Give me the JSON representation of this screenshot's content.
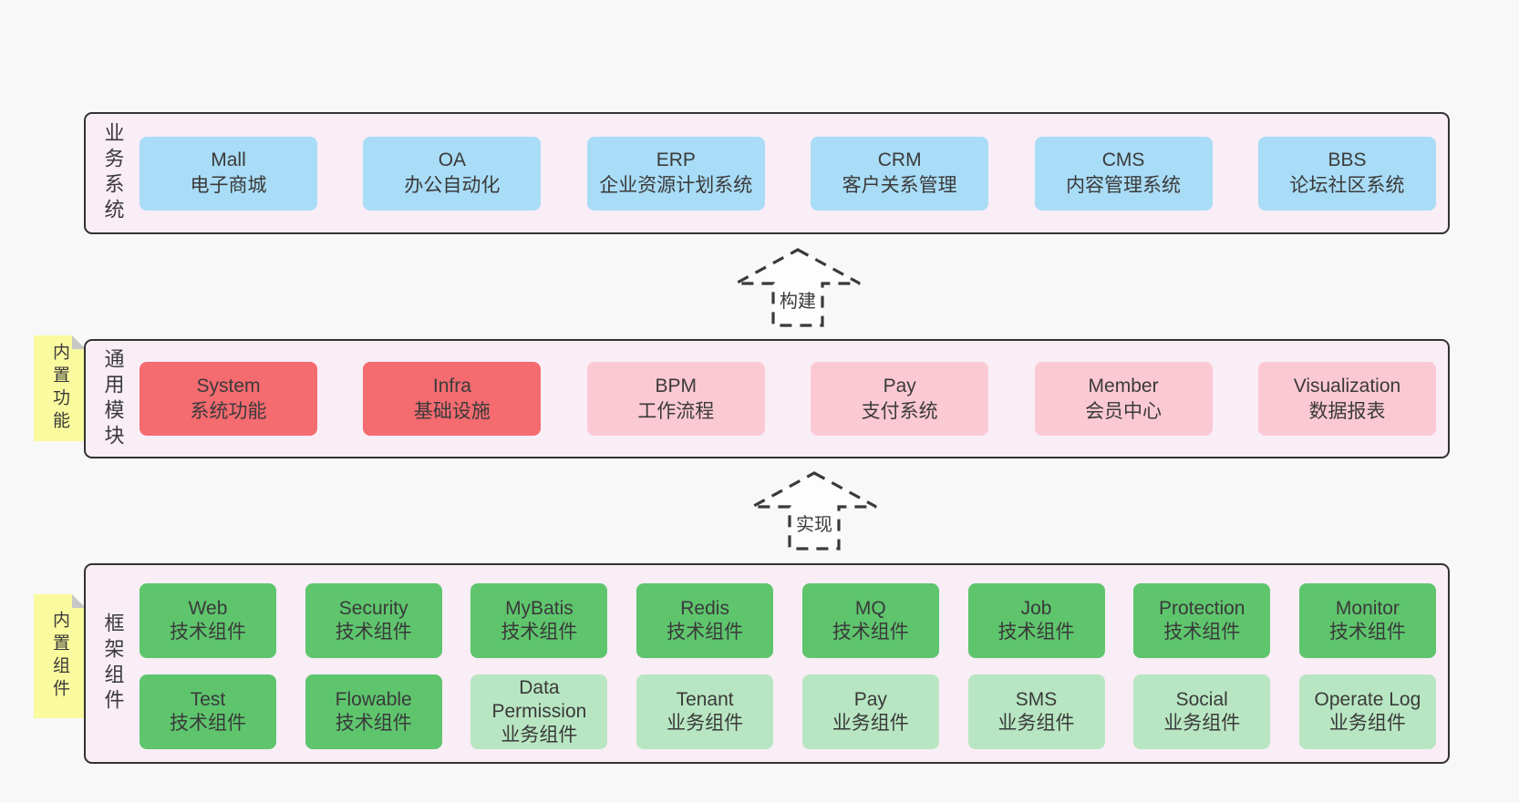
{
  "colors": {
    "page_bg": "#f8f8f8",
    "panel_bg": "#f9edf6",
    "panel_border": "#323232",
    "blue_box": "#a9dcf6",
    "red_box": "#f46b70",
    "pink_box": "#fbc9d4",
    "green_box": "#5ec56d",
    "light_green_box": "#b8e6c2",
    "note_bg": "#fafa9e",
    "note_fold": "#c6c6c6",
    "text": "#3a3a3a"
  },
  "layers": {
    "business": {
      "label": "业务系统",
      "boxes": [
        {
          "en": "Mall",
          "zh": "电子商城"
        },
        {
          "en": "OA",
          "zh": "办公自动化"
        },
        {
          "en": "ERP",
          "zh": "企业资源计划系统"
        },
        {
          "en": "CRM",
          "zh": "客户关系管理"
        },
        {
          "en": "CMS",
          "zh": "内容管理系统"
        },
        {
          "en": "BBS",
          "zh": "论坛社区系统"
        }
      ]
    },
    "modules": {
      "label": "通用模块",
      "note": "内置功能",
      "boxes": [
        {
          "en": "System",
          "zh": "系统功能"
        },
        {
          "en": "Infra",
          "zh": "基础设施"
        },
        {
          "en": "BPM",
          "zh": "工作流程"
        },
        {
          "en": "Pay",
          "zh": "支付系统"
        },
        {
          "en": "Member",
          "zh": "会员中心"
        },
        {
          "en": "Visualization",
          "zh": "数据报表"
        }
      ]
    },
    "components": {
      "label": "框架组件",
      "note": "内置组件",
      "row1": [
        {
          "en": "Web",
          "zh": "技术组件"
        },
        {
          "en": "Security",
          "zh": "技术组件"
        },
        {
          "en": "MyBatis",
          "zh": "技术组件"
        },
        {
          "en": "Redis",
          "zh": "技术组件"
        },
        {
          "en": "MQ",
          "zh": "技术组件"
        },
        {
          "en": "Job",
          "zh": "技术组件"
        },
        {
          "en": "Protection",
          "zh": "技术组件"
        },
        {
          "en": "Monitor",
          "zh": "技术组件"
        }
      ],
      "row2": [
        {
          "en": "Test",
          "zh": "技术组件"
        },
        {
          "en": "Flowable",
          "zh": "技术组件"
        },
        {
          "en": "Data Permission",
          "zh": "业务组件"
        },
        {
          "en": "Tenant",
          "zh": "业务组件"
        },
        {
          "en": "Pay",
          "zh": "业务组件"
        },
        {
          "en": "SMS",
          "zh": "业务组件"
        },
        {
          "en": "Social",
          "zh": "业务组件"
        },
        {
          "en": "Operate Log",
          "zh": "业务组件"
        }
      ]
    }
  },
  "arrows": {
    "build": "构建",
    "implement": "实现"
  }
}
